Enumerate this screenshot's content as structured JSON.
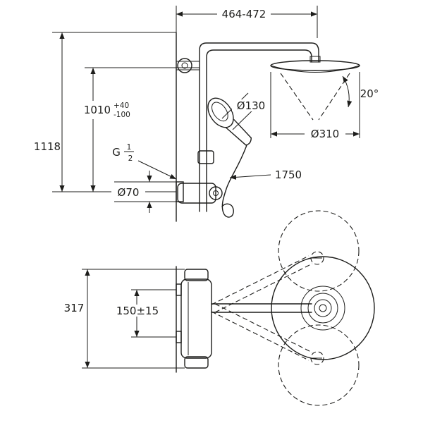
{
  "page": {
    "background": "#ffffff",
    "ink": "#1d1d1b"
  },
  "front_view": {
    "dim_arm_reach": "464-472",
    "dim_riser_height": "1010",
    "dim_riser_tol_plus": "+40",
    "dim_riser_tol_minus": "-100",
    "dim_overall_height": "1118",
    "thread_prefix": "G",
    "thread_numerator": "1",
    "thread_denominator": "2",
    "dim_hand_shower_diameter": "Ø130",
    "dim_head_tilt_angle": "20°",
    "dim_head_diameter": "Ø310",
    "dim_hose_length": "1750",
    "dim_escutcheon_diameter": "Ø70"
  },
  "top_view": {
    "dim_body_width": "317",
    "dim_connection_spacing": "150±15"
  }
}
